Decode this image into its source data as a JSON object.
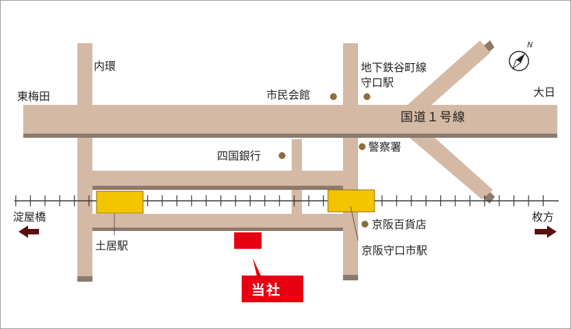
{
  "colors": {
    "road": "#d4b9a4",
    "road_shadow": "#8c7a6c",
    "station": "#f5c400",
    "station_border": "#8a6d00",
    "landmark_dot": "#8b6f3e",
    "company": "#e60012",
    "arrow": "#5a1010",
    "rail": "#333333"
  },
  "icons": {
    "compass": "compass-north-icon",
    "arrow_left": "arrow-left-icon",
    "arrow_right": "arrow-right-icon"
  },
  "compass_letter": "N",
  "labels": {
    "naikan": "内環",
    "higashi_umeda": "東梅田",
    "shimin_kaikan": "市民会館",
    "subway_line_1": "地下鉄谷町線",
    "subway_line_2": "守口駅",
    "dainichi": "大日",
    "route1": "国道１号線",
    "shikoku_bank": "四国銀行",
    "police": "警察署",
    "yodoyabashi": "淀屋橋",
    "hirakata": "枚方",
    "keihan_dept": "京阪百貨店",
    "doi_station": "土居駅",
    "keihan_moriguchi": "京阪守口市駅",
    "company": "当社"
  }
}
